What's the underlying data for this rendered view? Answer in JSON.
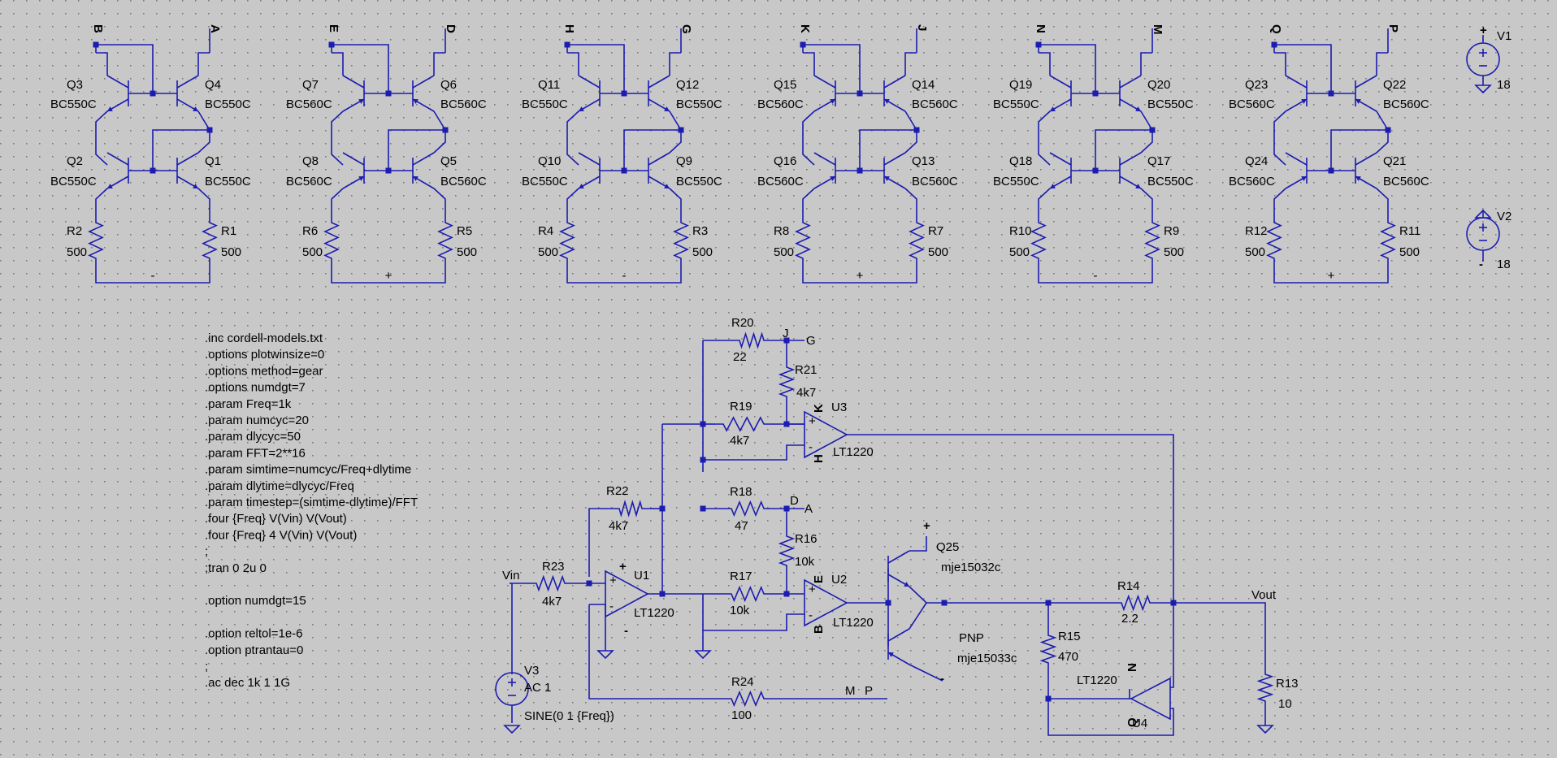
{
  "cells": [
    {
      "tl": "B",
      "tr": "A",
      "qtl": "Q3",
      "mtl": "BC550C",
      "qtr": "Q4",
      "mtr": "BC550C",
      "qbl": "Q2",
      "mbl": "BC550C",
      "qbr": "Q1",
      "mbr": "BC550C",
      "rl": "R2",
      "rlv": "500",
      "rr": "R1",
      "rrv": "500",
      "mid": "-"
    },
    {
      "tl": "E",
      "tr": "D",
      "qtl": "Q7",
      "mtl": "BC560C",
      "qtr": "Q6",
      "mtr": "BC560C",
      "qbl": "Q8",
      "mbl": "BC560C",
      "qbr": "Q5",
      "mbr": "BC560C",
      "rl": "R6",
      "rlv": "500",
      "rr": "R5",
      "rrv": "500",
      "mid": "+"
    },
    {
      "tl": "H",
      "tr": "G",
      "qtl": "Q11",
      "mtl": "BC550C",
      "qtr": "Q12",
      "mtr": "BC550C",
      "qbl": "Q10",
      "mbl": "BC550C",
      "qbr": "Q9",
      "mbr": "BC550C",
      "rl": "R4",
      "rlv": "500",
      "rr": "R3",
      "rrv": "500",
      "mid": "-"
    },
    {
      "tl": "K",
      "tr": "J",
      "qtl": "Q15",
      "mtl": "BC560C",
      "qtr": "Q14",
      "mtr": "BC560C",
      "qbl": "Q16",
      "mbl": "BC560C",
      "qbr": "Q13",
      "mbr": "BC560C",
      "rl": "R8",
      "rlv": "500",
      "rr": "R7",
      "rrv": "500",
      "mid": "+"
    },
    {
      "tl": "N",
      "tr": "M",
      "qtl": "Q19",
      "mtl": "BC550C",
      "qtr": "Q20",
      "mtr": "BC550C",
      "qbl": "Q18",
      "mbl": "BC550C",
      "qbr": "Q17",
      "mbr": "BC550C",
      "rl": "R10",
      "rlv": "500",
      "rr": "R9",
      "rrv": "500",
      "mid": "-"
    },
    {
      "tl": "Q",
      "tr": "P",
      "qtl": "Q23",
      "mtl": "BC560C",
      "qtr": "Q22",
      "mtr": "BC560C",
      "qbl": "Q24",
      "mbl": "BC560C",
      "qbr": "Q21",
      "mbr": "BC560C",
      "rl": "R12",
      "rlv": "500",
      "rr": "R11",
      "rrv": "500",
      "mid": "+"
    }
  ],
  "sources": {
    "v1": "V1",
    "v1_val": "18",
    "v2": "V2",
    "v2_val": "18",
    "plus": "+",
    "minus": "-"
  },
  "directives": [
    ".inc cordell-models.txt",
    ".options plotwinsize=0",
    ".options method=gear",
    ".options numdgt=7",
    ".param Freq=1k",
    ".param numcyc=20",
    ".param dlycyc=50",
    ".param FFT=2**16",
    ".param simtime=numcyc/Freq+dlytime",
    ".param dlytime=dlycyc/Freq",
    ".param timestep=(simtime-dlytime)/FFT",
    ".four {Freq} V(Vin) V(Vout)",
    ".four {Freq} 4 V(Vin) V(Vout)",
    ";",
    ";tran 0 2u 0",
    "",
    ".option numdgt=15",
    "",
    ".option reltol=1e-6",
    ".option ptrantau=0",
    ";",
    ".ac dec 1k 1 1G"
  ],
  "main": {
    "r20": "R20",
    "r20v": "22",
    "r21": "R21",
    "r21v": "4k7",
    "r19": "R19",
    "r19v": "4k7",
    "r18": "R18",
    "r18v": "47",
    "r16": "R16",
    "r16v": "10k",
    "r17": "R17",
    "r17v": "10k",
    "r22": "R22",
    "r22v": "4k7",
    "r23": "R23",
    "r23v": "4k7",
    "r24": "R24",
    "r24v": "100",
    "r14": "R14",
    "r14v": "2.2",
    "r15": "R15",
    "r15v": "470",
    "r13": "R13",
    "r13v": "10",
    "u1": "U1",
    "u2": "U2",
    "u3": "U3",
    "u4": "U4",
    "lt": "LT1220",
    "q25": "Q25",
    "q25m": "mje15032c",
    "pnp": "PNP",
    "pnpm": "mje15033c",
    "v3": "V3",
    "v3a": "AC 1",
    "v3s": "SINE(0 1 {Freq})",
    "vin": "Vin",
    "vout": "Vout",
    "J": "J",
    "G": "G",
    "D": "D",
    "A": "A",
    "K": "K",
    "H": "H",
    "E": "E",
    "B": "B",
    "N": "N",
    "Q": "Q",
    "M": "M",
    "P": "P",
    "plus": "+",
    "minus": "-"
  }
}
